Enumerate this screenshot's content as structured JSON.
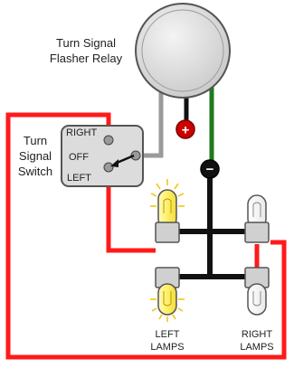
{
  "relay": {
    "label_line1": "Turn Signal",
    "label_line2": "Flasher Relay",
    "plus_symbol": "+",
    "minus_symbol": "−"
  },
  "switch": {
    "label_line1": "Turn",
    "label_line2": "Signal",
    "label_line3": "Switch",
    "pos_right": "RIGHT",
    "pos_off": "OFF",
    "pos_left": "LEFT"
  },
  "lamps": {
    "left_line1": "LEFT",
    "left_line2": "LAMPS",
    "right_line1": "RIGHT",
    "right_line2": "LAMPS"
  },
  "colors": {
    "wire_hot": "#ff1a1a",
    "wire_ground": "#111111",
    "wire_green": "#1f7a1f",
    "wire_gray": "#9a9a9a",
    "relay_fill": "#e2e2e2",
    "switch_fill": "#dcdcdc",
    "lamp_lit": "#fff27a",
    "lamp_off": "#ffffff",
    "plus_terminal": "#cc0000",
    "minus_terminal": "#111111"
  }
}
